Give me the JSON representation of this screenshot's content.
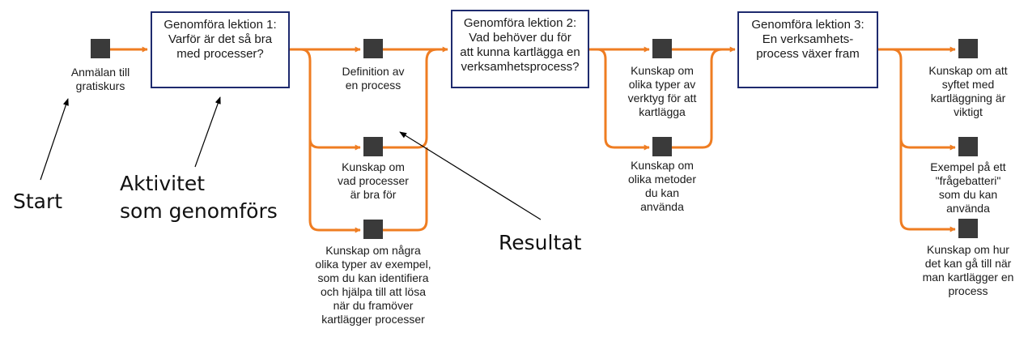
{
  "colors": {
    "arrow": "#ef7d22",
    "box_border": "#1e2a6e",
    "node": "#3a3a3a",
    "pointer": "#000000"
  },
  "activities": [
    {
      "text": "Genomföra lektion 1:\nVarför är det så bra\nmed processer?"
    },
    {
      "text": "Genomföra lektion 2:\nVad behöver du för\natt kunna kartlägga en\nverksamhetsprocess?"
    },
    {
      "text": "Genomföra lektion 3:\nEn verksamhets-\nprocess växer fram"
    }
  ],
  "start_label": "Anmälan till\ngratiskurs",
  "results": {
    "lesson1": [
      "Definition av\nen process",
      "Kunskap om\nvad processer\när bra för",
      "Kunskap om några\nolika typer av exempel,\nsom du kan identifiera\noch hjälpa till att lösa\nnär du framöver\nkartlägger processer"
    ],
    "lesson2": [
      "Kunskap om\nolika typer av\nverktyg för att\nkartlägga",
      "Kunskap om\nolika metoder\ndu kan\nanvända"
    ],
    "lesson3": [
      "Kunskap om att\nsyftet med\nkartläggning är\nviktigt",
      "Exempel på ett\n\"frågebatteri\"\nsom du kan\nanvända",
      "Kunskap om hur\ndet kan gå till när\nman kartlägger en\nprocess"
    ]
  },
  "annotations": {
    "start": "Start",
    "activity": "Aktivitet\nsom genomförs",
    "result": "Resultat"
  }
}
